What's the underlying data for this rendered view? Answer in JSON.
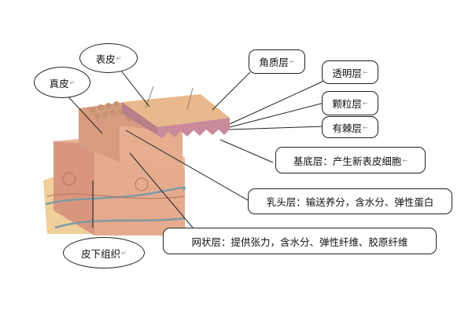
{
  "diagram": {
    "title": "",
    "colors": {
      "epidermis_top": "#e8b98c",
      "epidermis_side": "#c98a9c",
      "dermis": "#e5ab8e",
      "subcutaneous": "#f0cf9a",
      "vessel_blue": "#7d9aa6",
      "line": "#222222"
    },
    "labels": {
      "biaopi": "表皮",
      "zhenpi": "真皮",
      "pixia": "皮下组织",
      "jiaozhi": "角质层",
      "touming": "透明层",
      "keli": "颗粒层",
      "youji": "有棘层",
      "jidi": "基底层：产生新表皮细胞",
      "rutou": "乳头层：输送养分，含水分、弹性蛋白",
      "wangzhuang": "网状层：提供张力，含水分、弹性纤维、胶原纤维"
    },
    "return_mark": "↵",
    "arrow_mark": "←"
  }
}
